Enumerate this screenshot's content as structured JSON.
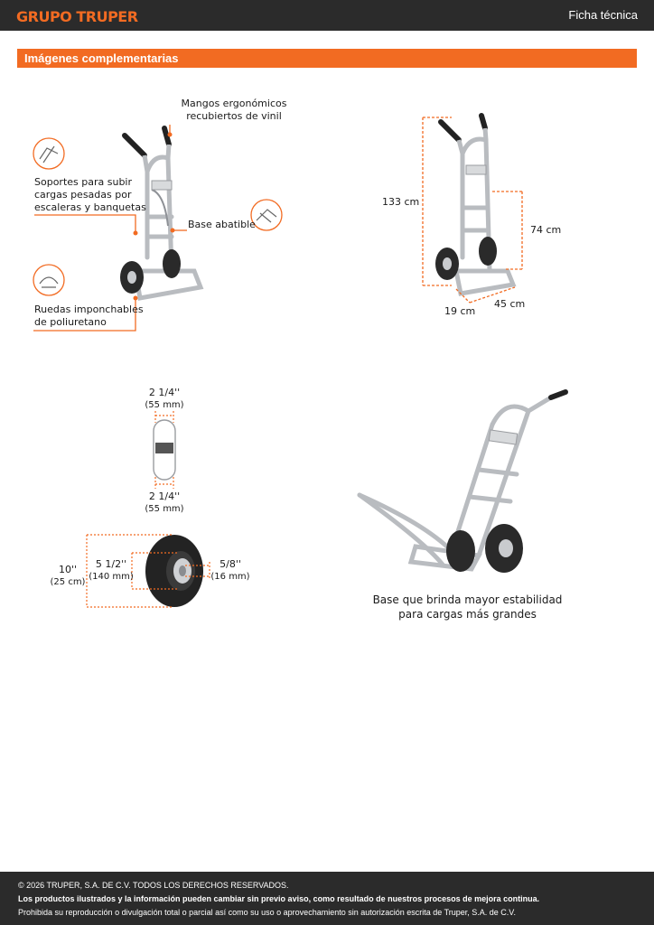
{
  "header": {
    "brand": "GRUPO TRUPER",
    "doc_type": "Ficha técnica"
  },
  "section": {
    "title": "Imágenes complementarias"
  },
  "features": {
    "handles": [
      "Mangos ergonómicos",
      "recubiertos de vinil"
    ],
    "supports": [
      "Soportes para subir",
      "cargas pesadas por",
      "escaleras y banquetas"
    ],
    "base": "Base abatible",
    "wheels": [
      "Ruedas imponchables",
      "de poliuretano"
    ]
  },
  "dimensions": {
    "height": "133 cm",
    "load_height": "74 cm",
    "depth": "19 cm",
    "width": "45 cm"
  },
  "wheel": {
    "width_top": "2 1/4''",
    "width_top_mm": "(55 mm)",
    "width_bottom": "2 1/4''",
    "width_bottom_mm": "(55 mm)",
    "diameter": "10''",
    "diameter_cm": "(25 cm)",
    "hub": "5 1/2''",
    "hub_mm": "(140 mm)",
    "axle": "5/8''",
    "axle_mm": "(16 mm)"
  },
  "caption": [
    "Base que brinda mayor estabilidad",
    "para cargas más grandes"
  ],
  "footer": {
    "copyright": "© 2026 TRUPER, S.A. DE C.V. TODOS LOS DERECHOS RESERVADOS.",
    "notice": "Los productos ilustrados y la información pueden cambiar sin previo aviso, como resultado de nuestros procesos de mejora continua.",
    "prohibition": "Prohibida su reproducción o divulgación total o parcial así como su uso o aprovechamiento sin autorización escrita de Truper, S.A. de C.V."
  },
  "colors": {
    "accent": "#f26b22",
    "dark": "#2b2b2b"
  }
}
